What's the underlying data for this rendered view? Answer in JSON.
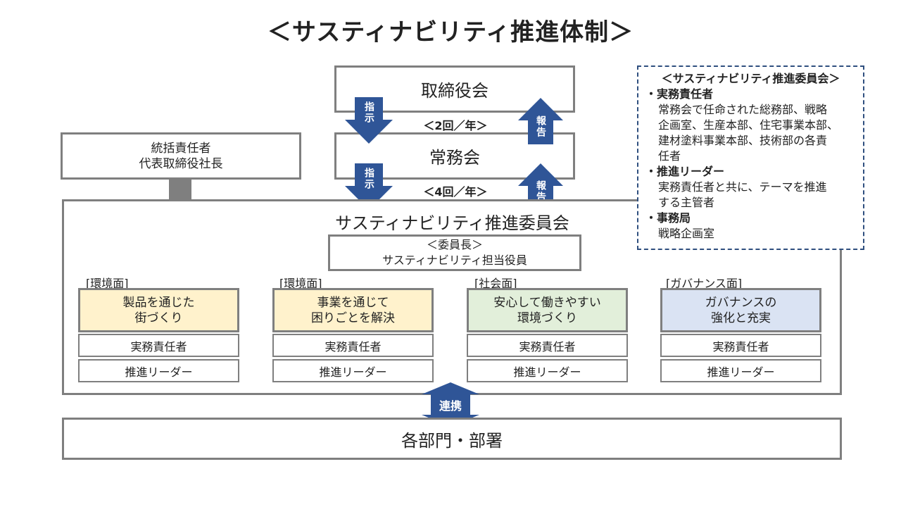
{
  "title": "＜サスティナビリティ推進体制＞",
  "board": "取締役会",
  "board_freq": "＜2回／年＞",
  "executive": "常務会",
  "executive_freq": "＜4回／年＞",
  "instruct_label": "指示",
  "report_label": "報告",
  "supervisor": {
    "line1": "統括責任者",
    "line2": "代表取締役社長"
  },
  "committee": {
    "title": "サスティナビリティ推進委員会",
    "chair_line1": "＜委員長＞",
    "chair_line2": "サスティナビリティ担当役員"
  },
  "groups": [
    {
      "category": "[環境面]",
      "theme": "製品を通じた\n街づくり",
      "color": "#fff2cc",
      "manager": "実務責任者",
      "leader": "推進リーダー"
    },
    {
      "category": "[環境面]",
      "theme": "事業を通じて\n困りごとを解決",
      "color": "#fff2cc",
      "manager": "実務責任者",
      "leader": "推進リーダー"
    },
    {
      "category": "[社会面]",
      "theme": "安心して働きやすい\n環境づくり",
      "color": "#e2efda",
      "manager": "実務責任者",
      "leader": "推進リーダー"
    },
    {
      "category": "[ガバナンス面]",
      "theme": "ガバナンスの\n強化と充実",
      "color": "#dae3f3",
      "manager": "実務責任者",
      "leader": "推進リーダー"
    }
  ],
  "link_label": "連携",
  "departments": "各部門・部署",
  "info_panel": {
    "heading": "＜サスティナビリティ推進委員会＞",
    "items": [
      {
        "term": "・実務責任者",
        "desc": "常務会で任命された総務部、戦略\n企画室、生産本部、住宅事業本部、\n建材塗料事業本部、技術部の各責\n任者"
      },
      {
        "term": "・推進リーダー",
        "desc": "実務責任者と共に、テーマを推進\nする主管者"
      },
      {
        "term": "・事務局",
        "desc": "戦略企画室"
      }
    ]
  },
  "colors": {
    "arrow": "#2f5597",
    "border": "#7f7f7f",
    "info_border": "#2f4f7f"
  }
}
